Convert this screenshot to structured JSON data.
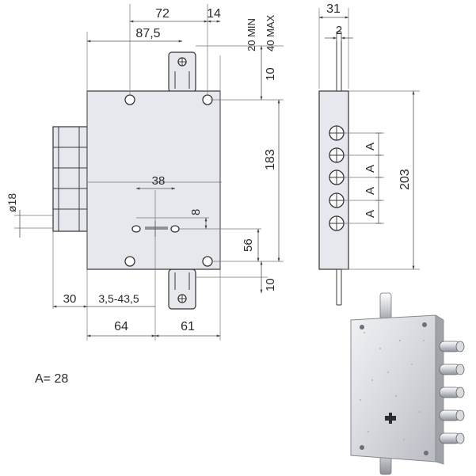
{
  "front_view": {
    "dimensions": {
      "d72": "72",
      "d14": "14",
      "d87_5": "87,5",
      "d20min": "20 MIN",
      "d40max": "40 MAX",
      "d10_top": "10",
      "d183": "183",
      "d18": "ø18",
      "d38": "38",
      "d8": "8",
      "d56": "56",
      "d10_bottom": "10",
      "d30": "30",
      "d3_5_43_5": "3,5-43,5",
      "d64": "64",
      "d61": "61"
    }
  },
  "side_view": {
    "dimensions": {
      "d31": "31",
      "d2": "2",
      "d203": "203"
    },
    "bolt_spacing_labels": [
      "A",
      "A",
      "A",
      "A"
    ]
  },
  "legend": {
    "a_value": "A= 28"
  },
  "colors": {
    "plate_fill": "#e6e8ee",
    "line": "#333333",
    "background": "#ffffff"
  }
}
